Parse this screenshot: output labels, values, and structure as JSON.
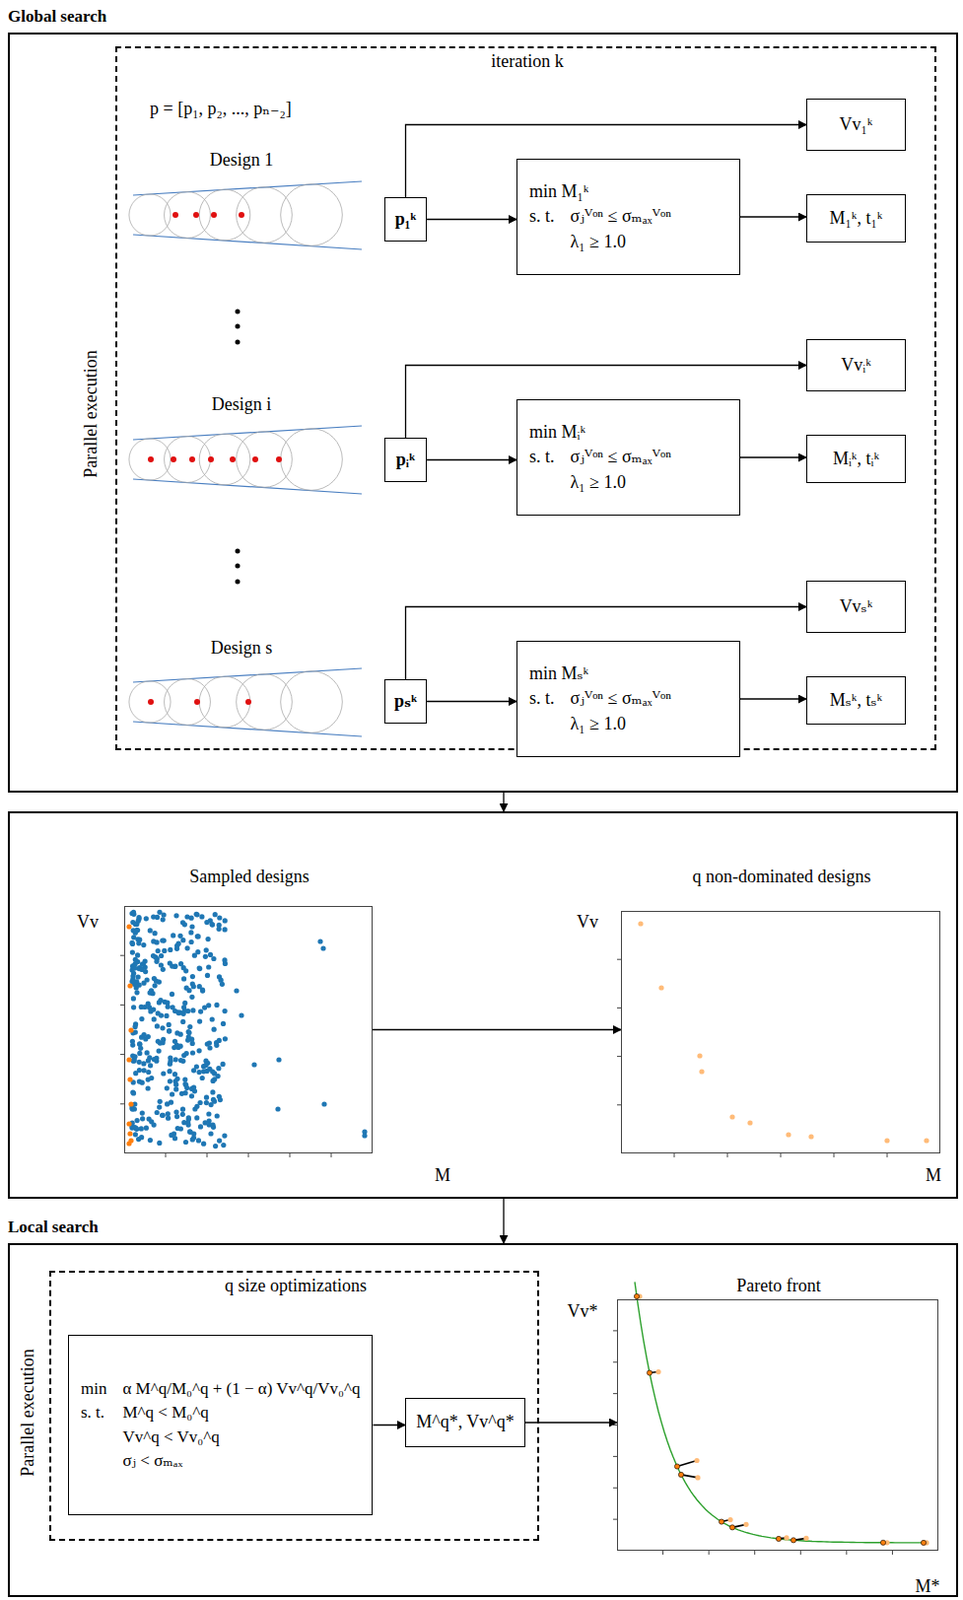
{
  "diagram": {
    "nodes": [
      {
        "text": [
          "Global search"
        ]
      },
      {
        "text": [
          "iteration k"
        ],
        "in": 0
      },
      {
        "text": [
          "p₁ᵏ"
        ],
        "in": 1
      },
      {
        "text": [
          "min M₁ᵏ",
          "s. t.",
          "σⱼⱽᵒⁿ ≤ σₘₐₓⱽᵒⁿ",
          "λ₁ ≥ 1.0"
        ],
        "in": 1
      },
      {
        "text": [
          "Vv₁ᵏ"
        ],
        "in": 1
      },
      {
        "text": [
          "M₁ᵏ, t₁ᵏ"
        ],
        "in": 1
      },
      {
        "text": [
          "pᵢᵏ"
        ],
        "in": 1
      },
      {
        "text": [
          "min Mᵢᵏ",
          "s. t.",
          "σⱼⱽᵒⁿ ≤ σₘₐₓⱽᵒⁿ",
          "λ₁ ≥ 1.0"
        ],
        "in": 1
      },
      {
        "text": [
          "Vvᵢᵏ"
        ],
        "in": 1
      },
      {
        "text": [
          "Mᵢᵏ, tᵢᵏ"
        ],
        "in": 1
      },
      {
        "text": [
          "pₛᵏ"
        ],
        "in": 1
      },
      {
        "text": [
          "min Mₛᵏ",
          "s. t.",
          "σⱼⱽᵒⁿ ≤ σₘₐₓⱽᵒⁿ",
          "λ₁ ≥ 1.0"
        ],
        "in": 1
      },
      {
        "text": [
          "Vvₛᵏ"
        ],
        "in": 1
      },
      {
        "text": [
          "Mₛᵏ, tₛᵏ"
        ],
        "in": 1
      },
      {
        "text": []
      },
      {
        "text": [
          "Sampled designs",
          "Vv",
          "M"
        ],
        "in": 14
      },
      {
        "text": [
          "q non-dominated designs",
          "Vv",
          "M"
        ],
        "in": 14
      },
      {
        "text": [
          "Local search"
        ]
      },
      {
        "text": [
          "q size optimizations"
        ],
        "in": 17
      },
      {
        "text": [
          "min",
          "α M^q/M₀^q + (1 − α) Vv^q/Vv₀^q",
          "s. t.",
          "M^q < M₀^q",
          "Vv^q < Vv₀^q",
          "σⱼ < σₘₐₓ"
        ],
        "in": 18
      },
      {
        "text": [
          "M^q*, Vv^q*"
        ],
        "in": 18
      },
      {
        "text": [
          "Pareto front",
          "Vv*",
          "M*"
        ],
        "in": 17
      }
    ],
    "edges": [
      {
        "from": 2,
        "to": 3,
        "arrow": "to"
      },
      {
        "from": 3,
        "to": 5,
        "arrow": "to"
      },
      {
        "from": 2,
        "to": 4,
        "arrow": "to"
      },
      {
        "from": 6,
        "to": 7,
        "arrow": "to"
      },
      {
        "from": 7,
        "to": 9,
        "arrow": "to"
      },
      {
        "from": 6,
        "to": 8,
        "arrow": "to"
      },
      {
        "from": 10,
        "to": 11,
        "arrow": "to"
      },
      {
        "from": 11,
        "to": 13,
        "arrow": "to"
      },
      {
        "from": 10,
        "to": 12,
        "arrow": "to"
      },
      {
        "from": 0,
        "to": 14,
        "arrow": "to"
      },
      {
        "from": 15,
        "to": 16,
        "arrow": "to"
      },
      {
        "from": 14,
        "to": 17,
        "arrow": "to"
      },
      {
        "from": 19,
        "to": 20,
        "arrow": "to"
      },
      {
        "from": 20,
        "to": 21,
        "arrow": "to"
      }
    ],
    "labels": [
      "Parallel execution",
      "p = [p₁, p₂, ..., pₙ₋₂]",
      "Design 1",
      "Design i",
      "Design s",
      "Parallel execution"
    ]
  }
}
